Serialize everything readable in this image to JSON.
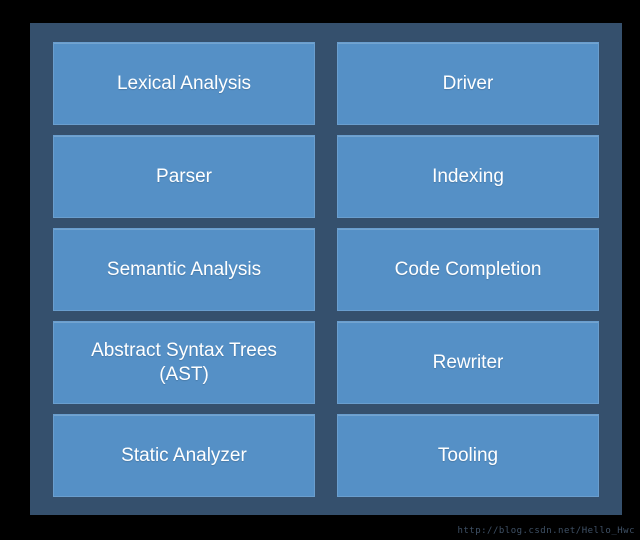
{
  "colors": {
    "background": "#000000",
    "panel": "#35506d",
    "box_fill": "#5590c6",
    "box_text": "#ffffff",
    "watermark_text": "#3f5166"
  },
  "grid": {
    "cells": [
      {
        "label": "Lexical Analysis"
      },
      {
        "label": "Driver"
      },
      {
        "label": "Parser"
      },
      {
        "label": "Indexing"
      },
      {
        "label": "Semantic Analysis"
      },
      {
        "label": "Code Completion"
      },
      {
        "label": "Abstract Syntax Trees (AST)"
      },
      {
        "label": "Rewriter"
      },
      {
        "label": "Static Analyzer"
      },
      {
        "label": "Tooling"
      }
    ]
  },
  "watermark": {
    "text": "http://blog.csdn.net/Hello_Hwc"
  }
}
